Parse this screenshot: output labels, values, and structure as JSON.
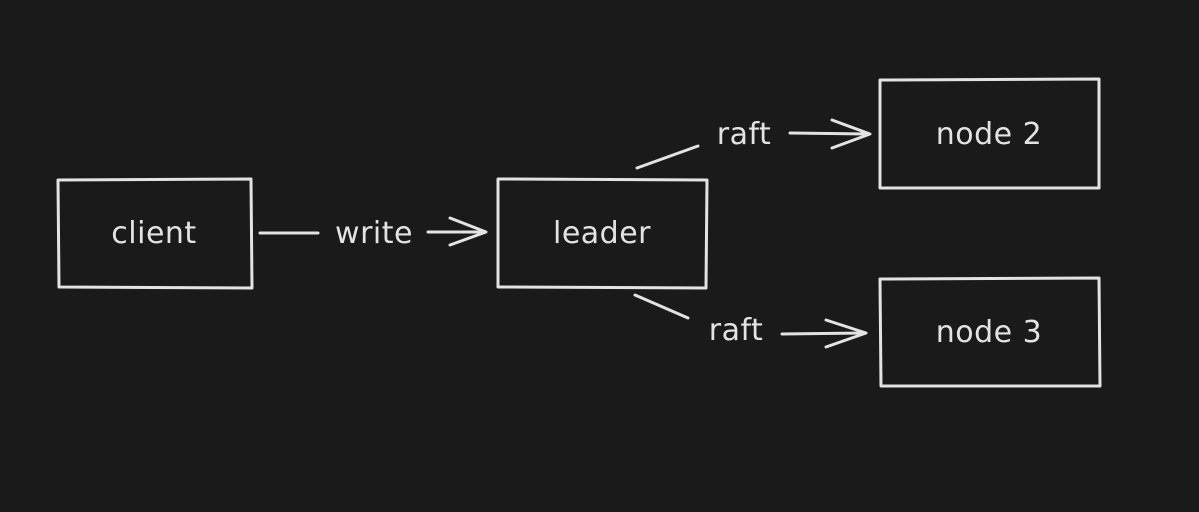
{
  "diagram": {
    "nodes": {
      "client": "client",
      "leader": "leader",
      "node2": "node 2",
      "node3": "node 3"
    },
    "edges": {
      "write": "write",
      "raft_top": "raft",
      "raft_bottom": "raft"
    },
    "colors": {
      "background": "#1a1a1a",
      "stroke": "#e3e3e3"
    }
  }
}
